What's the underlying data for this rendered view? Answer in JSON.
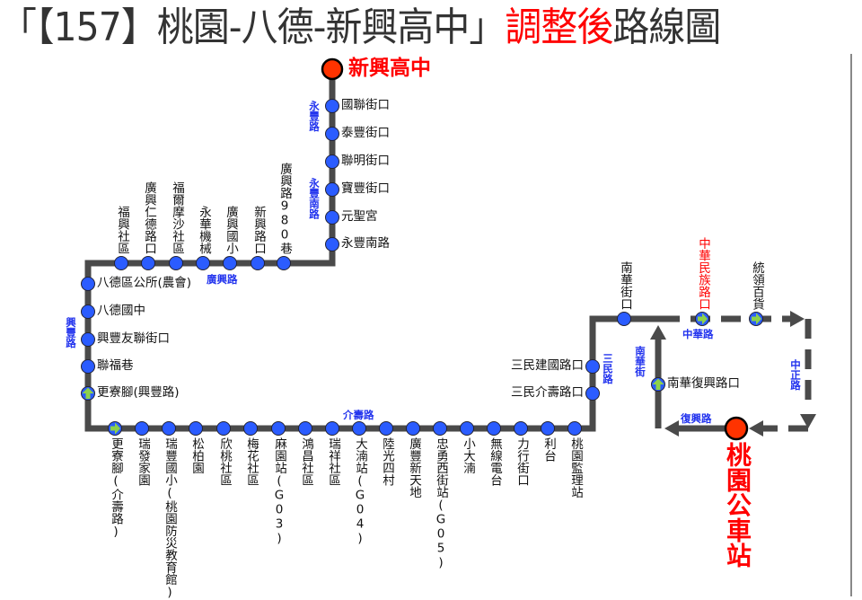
{
  "title": {
    "part1": "「【157】桃園-八德-新興高中」",
    "part2": "調整後",
    "part3": "路線圖"
  },
  "colors": {
    "line": "#4a4a4a",
    "stop": "#2b5cff",
    "terminal": "#ff3300",
    "arrow": "#8dd14a",
    "road": "#2233ee",
    "highlight": "#ff0000"
  },
  "terminals": {
    "north": "新興高中",
    "south": "桃園公車站"
  },
  "roads": {
    "yongfeng": "永豐路",
    "yongfeng_south": "永豐南路",
    "guangxing": "廣興路",
    "xingfeng": "興豐路",
    "jieshou": "介壽路",
    "sanmin": "三民路",
    "zhonghua": "中華路",
    "zhongzheng": "中正路",
    "nanhua": "南華街",
    "fuxing": "復興路"
  },
  "stops": {
    "yongfeng_rd": [
      "國聯街口",
      "泰豐街口",
      "聯明街口",
      "寶豐街口",
      "元聖宮",
      "永豐南路"
    ],
    "guangxing_rd": [
      "福興社區",
      "廣興仁德路口",
      "福爾摩沙社區",
      "永華機械",
      "廣興國小",
      "新興路口",
      "廣興路980巷"
    ],
    "xingfeng_rd": [
      "八德區公所(農會)",
      "八德國中",
      "興豐友聯街口",
      "聯福巷",
      "更寮腳(興豐路)"
    ],
    "jieshou_rd": [
      "更寮腳(介壽路)",
      "瑞發家園",
      "瑞豐國小(桃園防災教育館)",
      "松柏園",
      "欣桃社區",
      "梅花社區",
      "麻園站(G03)",
      "鴻昌社區",
      "瑞祥社區",
      "大湳站(G04)",
      "陸光四村",
      "廣豐新天地",
      "忠勇西街站(G05)",
      "小大湳",
      "無線電台",
      "力行街口",
      "利台",
      "桃園監理站"
    ],
    "sanmin_rd": [
      "三民介壽路口",
      "三民建國路口"
    ],
    "zhonghua_rd": [
      "南華街口",
      "中華民族路口",
      "統領百貨"
    ],
    "nanhua_st": [
      "南華復興路口"
    ]
  }
}
